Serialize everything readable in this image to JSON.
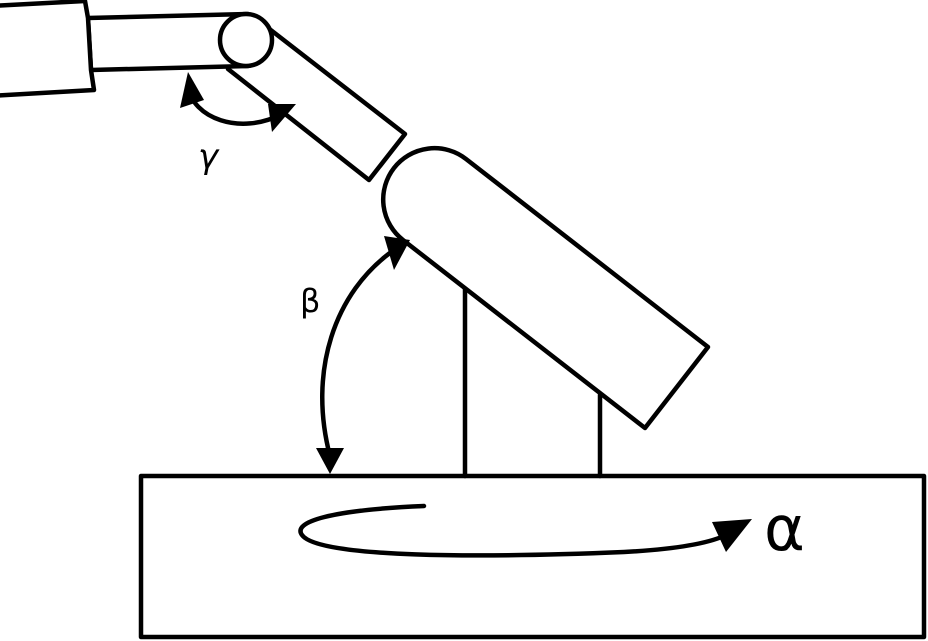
{
  "labels": {
    "alpha": "α",
    "beta": "β",
    "gamma": "γ"
  },
  "colors": {
    "stroke": "#000000",
    "background": "#ffffff"
  }
}
